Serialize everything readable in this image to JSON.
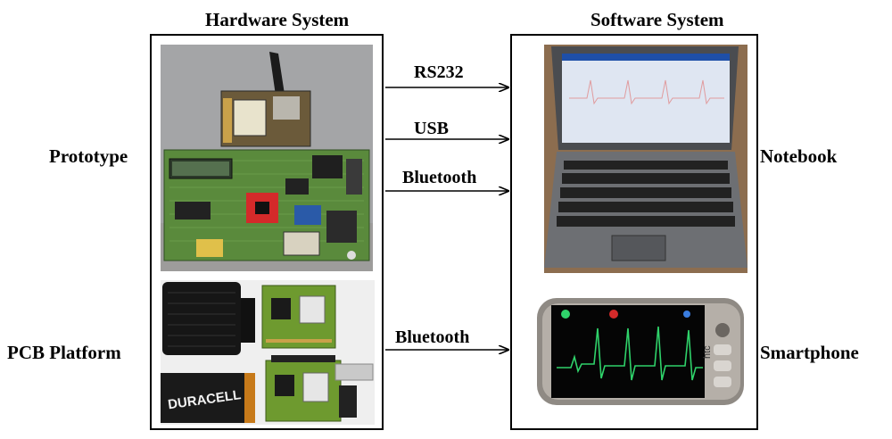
{
  "hardware": {
    "title": "Hardware System",
    "prototype_label": "Prototype",
    "pcb_label": "PCB Platform"
  },
  "software": {
    "title": "Software System",
    "notebook_label": "Notebook",
    "smartphone_label": "Smartphone"
  },
  "connections": [
    {
      "label": "RS232"
    },
    {
      "label": "USB"
    },
    {
      "label": "Bluetooth"
    },
    {
      "label": "Bluetooth"
    }
  ],
  "photo_text": {
    "battery_brand": "DURACELL",
    "phone_brand": "htc"
  },
  "colors": {
    "ecg_green": "#2fd26a",
    "pcb_green": "#5a8a3c",
    "chip_red": "#d42a2a",
    "laptop_body": "#6d6f73"
  }
}
